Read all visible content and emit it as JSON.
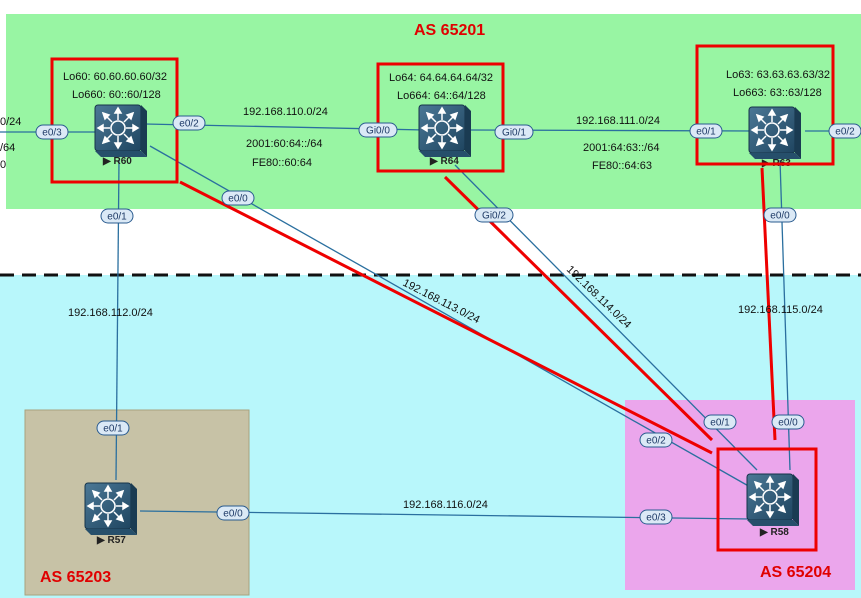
{
  "zones": {
    "as65201": {
      "label": "AS 65201",
      "fill": "#98f5a3"
    },
    "as65203": {
      "label": "AS 65203",
      "fill": "#c7c2a6"
    },
    "as65204": {
      "label": "AS 65204",
      "fill": "#eba6ec"
    },
    "lower_fill": "#b8f7fb",
    "label_color": "#e00000"
  },
  "routers": {
    "r60": {
      "name": "R60",
      "lo1": "Lo60: 60.60.60.60/32",
      "lo2": "Lo660: 60::60/128"
    },
    "r64": {
      "name": "R64",
      "lo1": "Lo64: 64.64.64.64/32",
      "lo2": "Lo664: 64::64/128"
    },
    "r63": {
      "name": "R63",
      "lo1": "Lo63: 63.63.63.63/32",
      "lo2": "Lo663: 63::63/128"
    },
    "r57": {
      "name": "R57"
    },
    "r58": {
      "name": "R58"
    }
  },
  "subnets": {
    "n110": "192.168.110.0/24",
    "n110_v6": "2001:60:64::/64",
    "n110_ll": "FE80::60:64",
    "n111": "192.168.111.0/24",
    "n111_v6": "2001:64:63::/64",
    "n111_ll": "FE80::64:63",
    "n112": "192.168.112.0/24",
    "n113": "192.168.113.0/24",
    "n114": "192.168.114.0/24",
    "n115": "192.168.115.0/24",
    "n116": "192.168.116.0/24",
    "left_a": "0/24",
    "left_b": "/64",
    "left_c": "0"
  },
  "interfaces": {
    "r60_e03": "e0/3",
    "r60_e02": "e0/2",
    "r60_e01": "e0/1",
    "r60_e00": "e0/0",
    "r64_gi00": "Gi0/0",
    "r64_gi01": "Gi0/1",
    "r64_gi02": "Gi0/2",
    "r63_e01": "e0/1",
    "r63_e02": "e0/2",
    "r63_e00": "e0/0",
    "r57_e01": "e0/1",
    "r57_e00": "e0/0",
    "r58_e01": "e0/1",
    "r58_e00": "e0/0",
    "r58_e02": "e0/2",
    "r58_e03": "e0/3"
  },
  "colors": {
    "link": "#2a6f9f",
    "highlight": "#ee0000",
    "router": "#2b5573",
    "iface_bg": "#dbe9f6",
    "iface_border": "#2a5b8f"
  }
}
